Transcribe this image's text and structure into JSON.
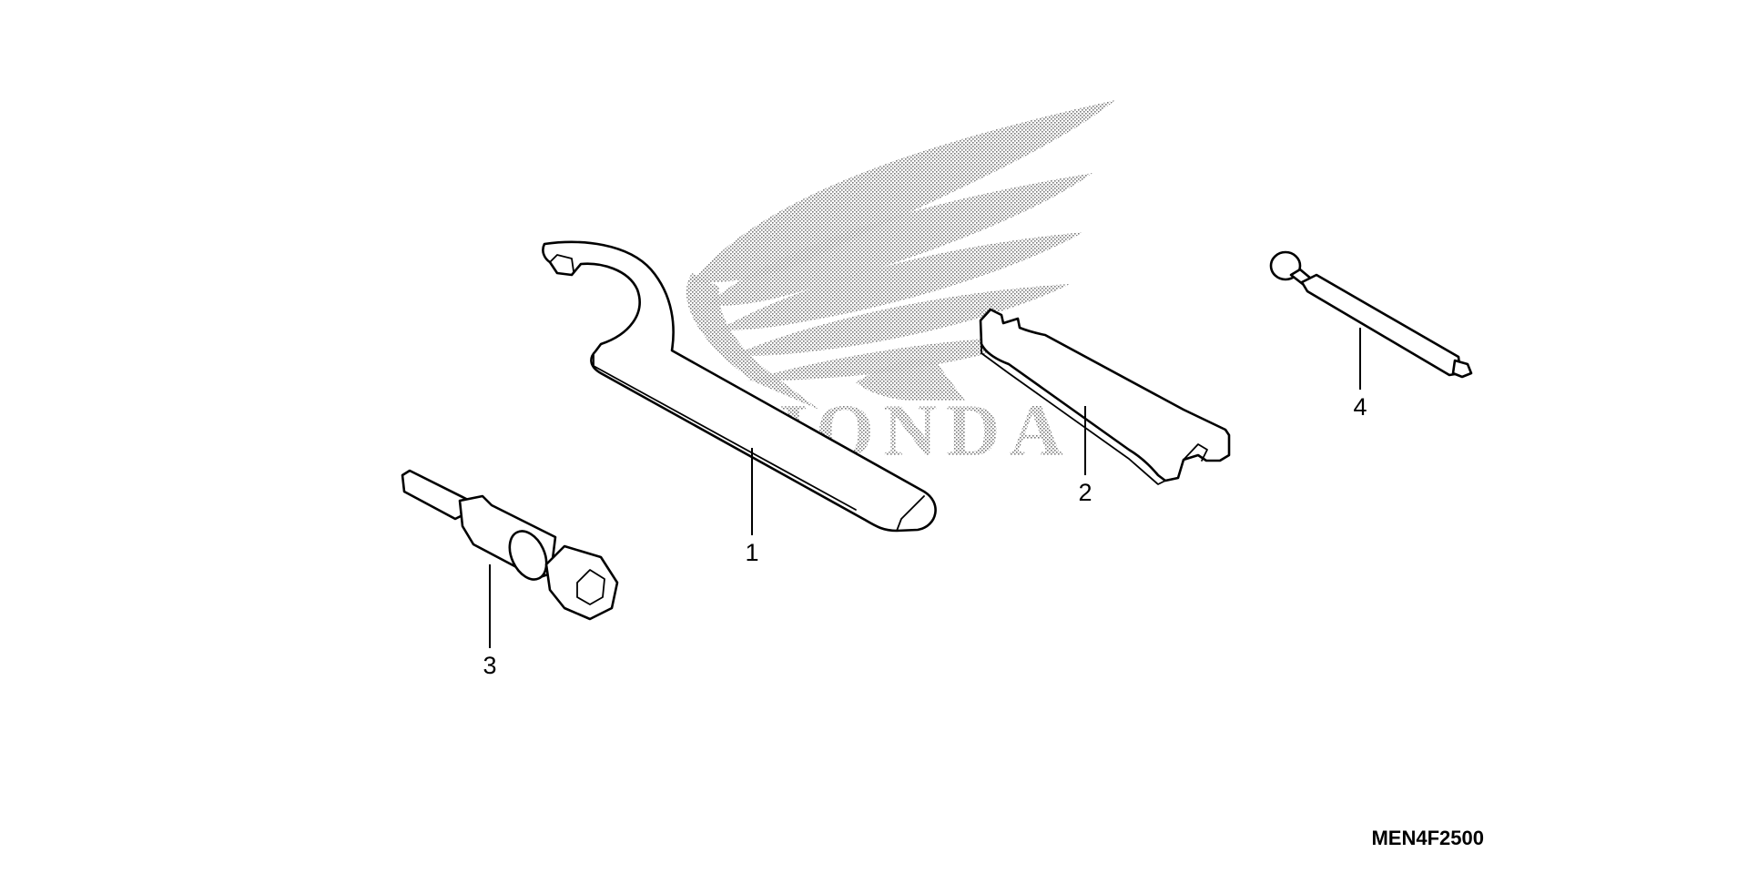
{
  "logo": {
    "wordmark": "HONDA",
    "stipple_color": "#8a8a8a"
  },
  "callouts": [
    {
      "label": "1",
      "part": "hook-spanner-wrench"
    },
    {
      "label": "2",
      "part": "open-end-wrench"
    },
    {
      "label": "3",
      "part": "spark-plug-socket"
    },
    {
      "label": "4",
      "part": "pin-spanner-handle"
    }
  ],
  "diagram_code": "MEN4F2500"
}
